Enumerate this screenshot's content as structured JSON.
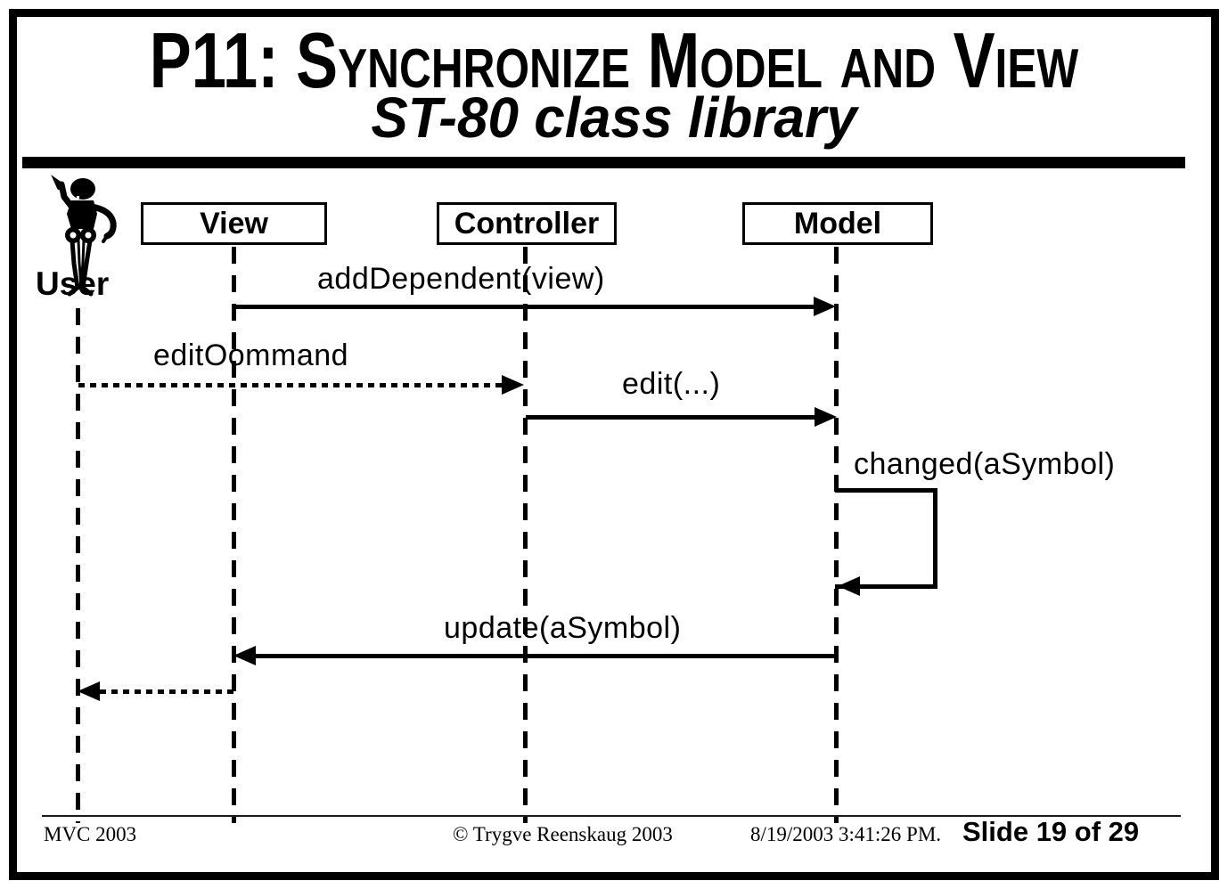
{
  "title": {
    "line1": "P11: Synchronize Model and View",
    "line2": "ST-80 class library"
  },
  "diagram": {
    "actor": {
      "label": "User",
      "icon": "dancing-skeleton-icon"
    },
    "objects": [
      {
        "label": "View"
      },
      {
        "label": "Controller"
      },
      {
        "label": "Model"
      }
    ],
    "messages": [
      {
        "label": "addDependent(view)",
        "from": "View",
        "to": "Model",
        "line": "solid"
      },
      {
        "label": "editOommand",
        "from": "User",
        "to": "Controller",
        "line": "dotted"
      },
      {
        "label": "edit(...)",
        "from": "Controller",
        "to": "Model",
        "line": "solid"
      },
      {
        "label": "changed(aSymbol)",
        "from": "Model",
        "to": "Model",
        "line": "solid-self"
      },
      {
        "label": "update(aSymbol)",
        "from": "Model",
        "to": "View",
        "line": "solid"
      },
      {
        "label": "",
        "from": "View",
        "to": "User",
        "line": "dotted"
      }
    ]
  },
  "footer": {
    "project": "MVC 2003",
    "copyright": "© Trygve Reenskaug 2003",
    "datetime": "8/19/2003 3:41:26 PM.",
    "slide_number": "Slide 19 of 29"
  },
  "colors": {
    "ink": "#000000",
    "paper": "#ffffff"
  }
}
